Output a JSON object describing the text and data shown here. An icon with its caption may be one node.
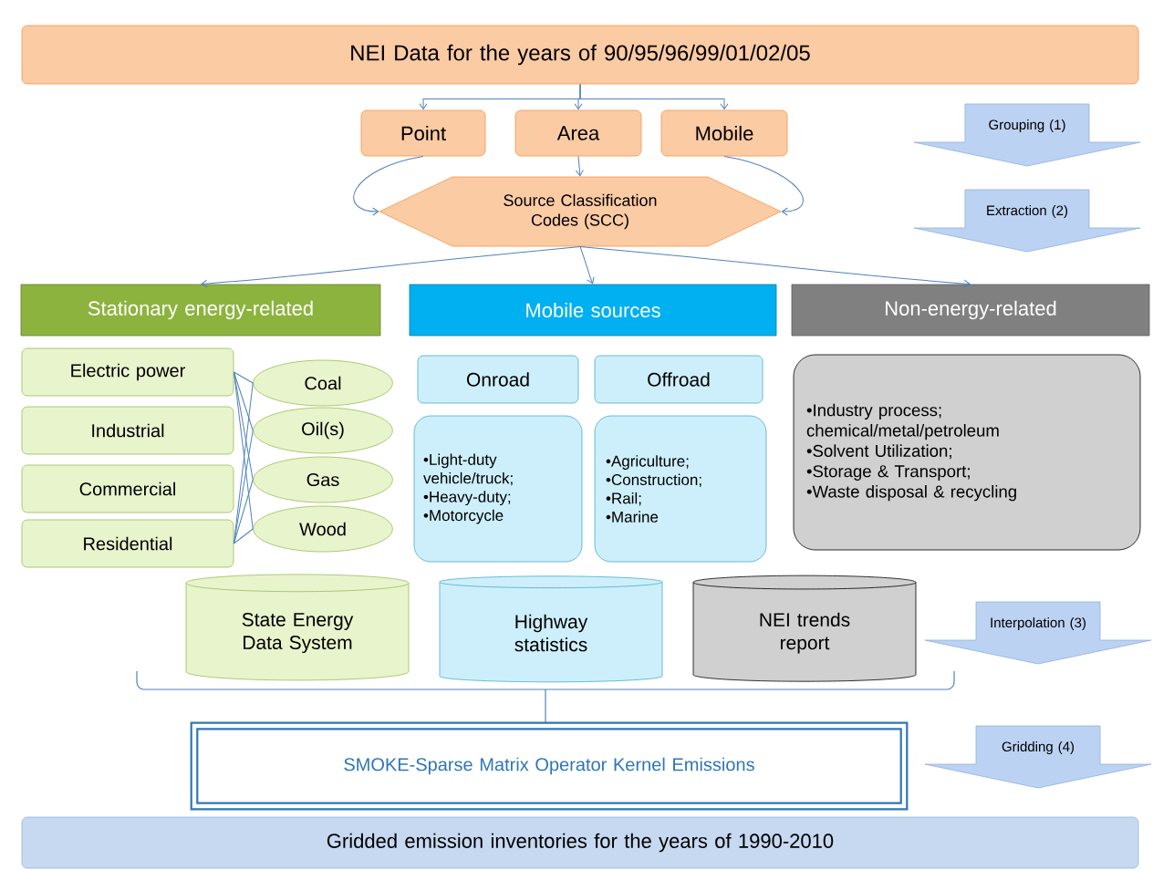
{
  "diagram": {
    "nodes": [
      {
        "text": [
          "NEI Data for the years of 90/95/96/99/01/02/05"
        ]
      },
      {
        "text": [
          "Point"
        ]
      },
      {
        "text": [
          "Area"
        ]
      },
      {
        "text": [
          "Mobile"
        ]
      },
      {
        "text": [
          "Source Classification Codes (SCC)"
        ]
      },
      {
        "text": [
          "Stationary energy-related"
        ]
      },
      {
        "text": [
          "Mobile sources"
        ]
      },
      {
        "text": [
          "Non-energy-related"
        ]
      },
      {
        "text": [
          "Electric power"
        ]
      },
      {
        "text": [
          "Industrial"
        ]
      },
      {
        "text": [
          "Commercial"
        ]
      },
      {
        "text": [
          "Residential"
        ]
      },
      {
        "text": [
          "Coal"
        ]
      },
      {
        "text": [
          "Oil(s)"
        ]
      },
      {
        "text": [
          "Gas"
        ]
      },
      {
        "text": [
          "Wood"
        ]
      },
      {
        "text": [
          "Onroad"
        ]
      },
      {
        "text": [
          "Offroad"
        ]
      },
      {
        "text": [
          "•Light-duty vehicle/truck;",
          "•Heavy-duty;",
          "•Motorcycle"
        ]
      },
      {
        "text": [
          "•Agriculture;",
          "•Construction;",
          "•Rail;",
          "•Marine"
        ]
      },
      {
        "text": [
          "•Industry process; chemical/metal/petroleum",
          "•Solvent Utilization;",
          "•Storage & Transport;",
          "•Waste disposal & recycling"
        ]
      },
      {
        "text": [
          "State Energy Data System"
        ]
      },
      {
        "text": [
          "Highway statistics"
        ]
      },
      {
        "text": [
          "NEI trends report"
        ]
      },
      {
        "text": [
          "SMOKE-Sparse Matrix Operator Kernel Emissions"
        ]
      },
      {
        "text": [
          "Gridded emission inventories for the years of 1990-2010"
        ]
      }
    ],
    "labels": [
      "Grouping (1)",
      "Extraction (2)",
      "Interpolation (3)",
      "Gridding (4)"
    ],
    "edges": [
      {
        "from": 0,
        "to": 1,
        "arrow": "to"
      },
      {
        "from": 0,
        "to": 2,
        "arrow": "to"
      },
      {
        "from": 0,
        "to": 3,
        "arrow": "to"
      },
      {
        "from": 1,
        "to": 4,
        "arrow": "to"
      },
      {
        "from": 2,
        "to": 4,
        "arrow": "to"
      },
      {
        "from": 3,
        "to": 4,
        "arrow": "to"
      },
      {
        "from": 4,
        "to": 5,
        "arrow": "to"
      },
      {
        "from": 4,
        "to": 6,
        "arrow": "to"
      },
      {
        "from": 4,
        "to": 7,
        "arrow": "to"
      },
      {
        "from": 8,
        "to": 12,
        "arrow": "none"
      },
      {
        "from": 8,
        "to": 13,
        "arrow": "none"
      },
      {
        "from": 8,
        "to": 14,
        "arrow": "none"
      },
      {
        "from": 8,
        "to": 15,
        "arrow": "none"
      },
      {
        "from": 11,
        "to": 12,
        "arrow": "none"
      },
      {
        "from": 11,
        "to": 13,
        "arrow": "none"
      },
      {
        "from": 11,
        "to": 14,
        "arrow": "none"
      },
      {
        "from": 11,
        "to": 15,
        "arrow": "none"
      }
    ]
  }
}
